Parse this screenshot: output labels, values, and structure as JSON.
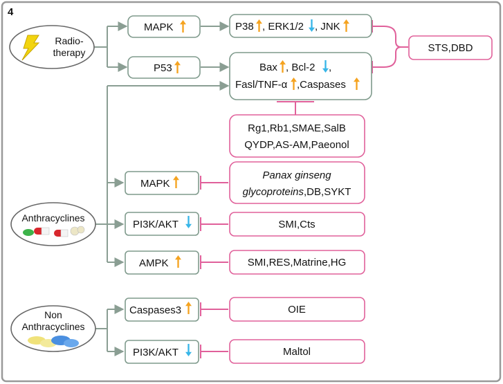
{
  "panel": {
    "label": "4"
  },
  "sources": {
    "radio": {
      "line1": "Radio-",
      "line2": "therapy"
    },
    "anthra": {
      "label": "Anthracyclines"
    },
    "non": {
      "line1": "Non",
      "line2": "Anthracyclines"
    }
  },
  "targets": {
    "mapk_radio": {
      "text": "MAPK",
      "arrow": "up"
    },
    "p53": {
      "text": "P53",
      "arrow": "up"
    },
    "mapk_anthra": {
      "text": "MAPK",
      "arrow": "up"
    },
    "pi3k_anthra": {
      "text": "PI3K/AKT",
      "arrow": "down"
    },
    "ampk": {
      "text": "AMPK",
      "arrow": "up"
    },
    "casp3": {
      "text": "Caspases3",
      "arrow": "up"
    },
    "pi3k_non": {
      "text": "PI3K/AKT",
      "arrow": "down"
    }
  },
  "effects": {
    "p38": {
      "a": "P38",
      "b": ", ERK1/2",
      "c": ", JNK"
    },
    "bax": {
      "a": "Bax",
      "b": ", Bcl-2",
      "c": " ,",
      "d": "Fasl/TNF-α",
      "e": ",Caspases"
    }
  },
  "inhibitors": {
    "sts": "STS,DBD",
    "rg1_line1": "Rg1,Rb1,SMAE,SalB",
    "rg1_line2": "QYDP,AS-AM,Paeonol",
    "panax_line1": "Panax ginseng",
    "panax_line2_italic": "glycoproteins",
    "panax_line2_rest": ",DB,SYKT",
    "smi_cts": "SMI,Cts",
    "smi_res": "SMI,RES,Matrine,HG",
    "oie": "OIE",
    "maltol": "Maltol"
  },
  "colors": {
    "connector": "#8a9e93",
    "inhibition": "#e0609a",
    "up_arrow": "#f5a320",
    "down_arrow": "#38b6e8"
  }
}
